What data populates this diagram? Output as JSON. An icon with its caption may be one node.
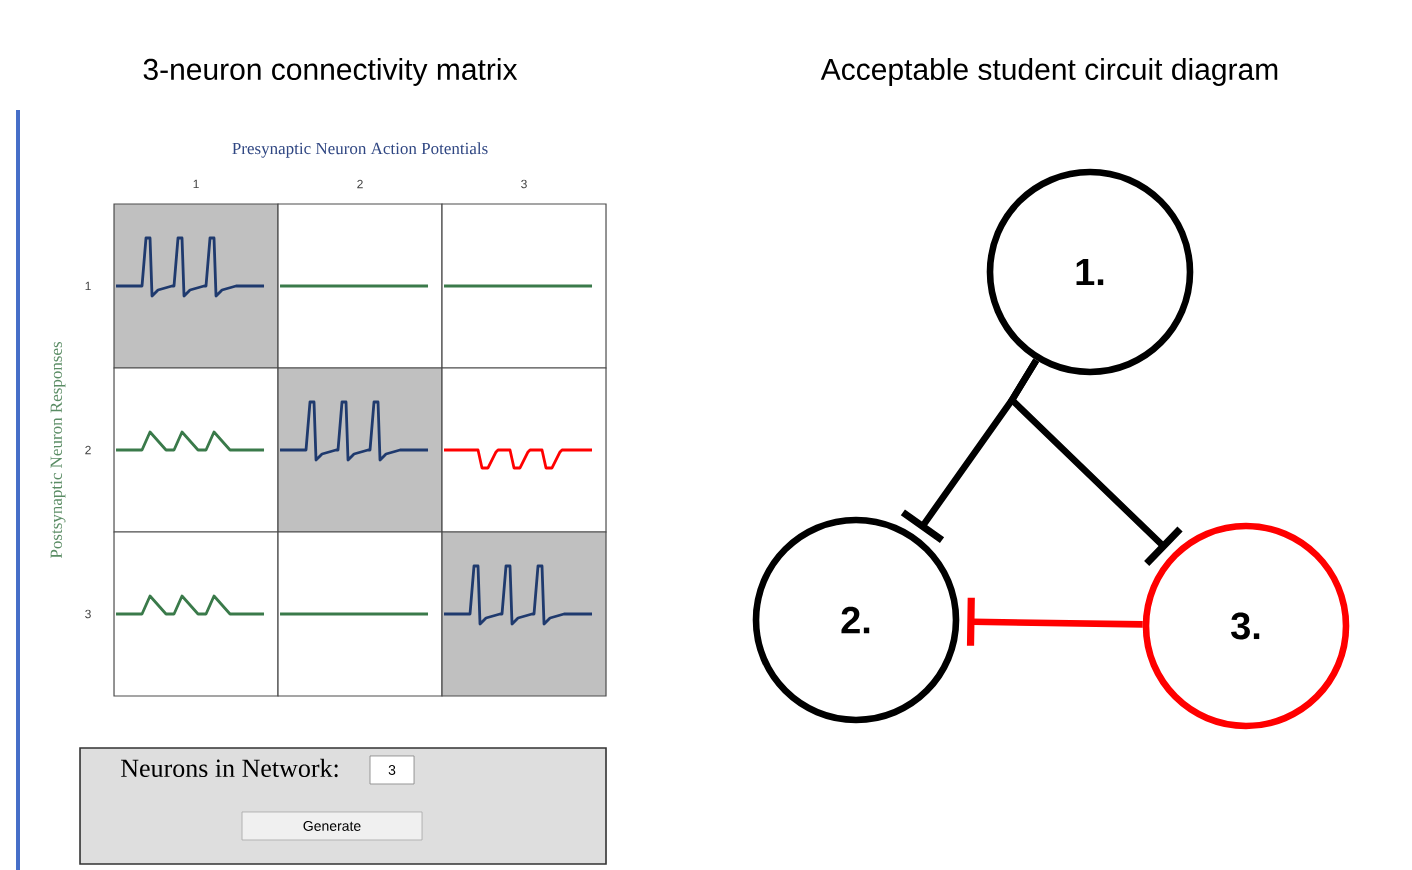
{
  "diagram": {
    "nodes": [
      {
        "text": [
          "1."
        ]
      },
      {
        "text": [
          "2."
        ]
      },
      {
        "text": [
          "3."
        ]
      }
    ],
    "edges": [
      {
        "from": 0,
        "to": 1,
        "arrow": "other"
      },
      {
        "from": 0,
        "to": 2,
        "arrow": "other"
      },
      {
        "from": 2,
        "to": 1,
        "arrow": "other",
        "color": "#ff0000"
      }
    ],
    "labels": [
      "3-neuron connectivity matrix",
      "Acceptable student circuit diagram",
      "Presynaptic Neuron Action Potentials",
      "1",
      "2",
      "3",
      "1",
      "2",
      "3",
      "Postsynaptic Neuron Responses",
      "Neurons in Network:",
      "3",
      "Generate"
    ]
  }
}
